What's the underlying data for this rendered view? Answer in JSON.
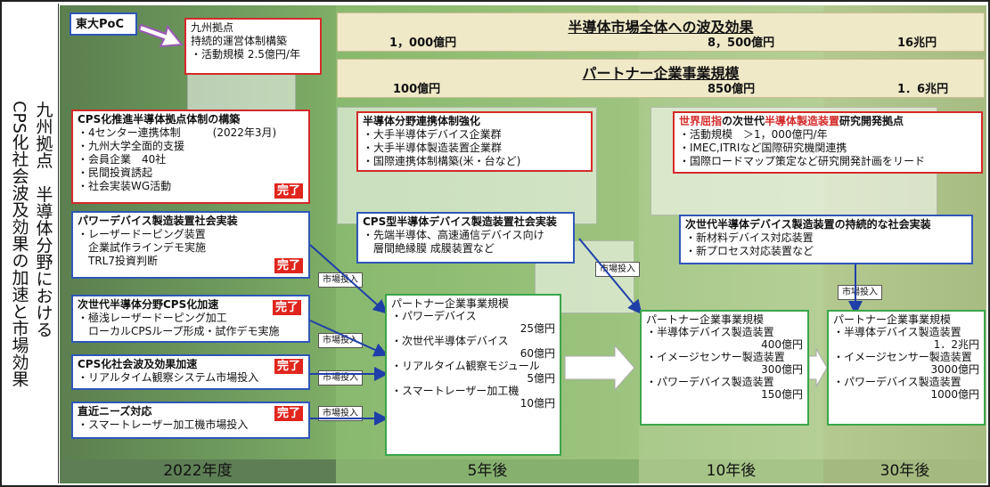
{
  "side_title": {
    "line1": "九州拠点　半導体分野における",
    "line2": "CPS化社会波及効果の加速と市場効果"
  },
  "footer": [
    "2022年度",
    "5年後",
    "10年後",
    "30年後"
  ],
  "poc": {
    "label": "東大PoC"
  },
  "kyushu": {
    "lines": [
      "九州拠点",
      "持続的運営体制構築",
      "・活動規模 2.5億円/年"
    ]
  },
  "market_banner": {
    "title": "半導体市場全体への波及効果",
    "values": [
      "1，000億円",
      "8，500億円",
      "16兆円"
    ]
  },
  "partner_banner": {
    "title": "パートナー企業事業規模",
    "values": [
      "100億円",
      "850億円",
      "1．6兆円"
    ]
  },
  "cps_hub": {
    "title": "CPS化推進半導体拠点体制の構築",
    "lines": [
      "・4センター連携体制　　　(2022年3月)",
      "・九州大学全面的支援",
      "・会員企業　40社",
      "・民間投資誘起",
      "・社会実装WG活動"
    ],
    "badge": "完了"
  },
  "power_device": {
    "title": "パワーデバイス製造装置社会実装",
    "lines": [
      "・レーザードーピング装置",
      "　企業試作ラインデモ実施",
      "　TRL7投資判断"
    ],
    "badge": "完了"
  },
  "next_gen_cps": {
    "title": "次世代半導体分野CPS化加速",
    "lines": [
      "・極浅レーザードーピング加工",
      "　ローカルCPSループ形成・試作デモ実施"
    ],
    "badge": "完了"
  },
  "cps_social": {
    "title": "CPS化社会波及効果加速",
    "lines": [
      "・リアルタイム観察システム市場投入"
    ],
    "badge": "完了"
  },
  "near_needs": {
    "title": "直近ニーズ対応",
    "lines": [
      "・スマートレーザー加工機市場投入"
    ],
    "badge": "完了"
  },
  "market_launch": "市場投入",
  "semi_collab": {
    "title": "半導体分野連携体制強化",
    "lines": [
      "・大手半導体デバイス企業群",
      "・大手半導体製造装置企業群",
      "・国際連携体制構築(米・台など)"
    ]
  },
  "world_leading": {
    "title_pre": "世界屈指",
    "title_mid": "の次世代",
    "title_red": "半導体製造装置",
    "title_post": "研究開発拠点",
    "lines": [
      "・活動規模　＞1，000億円/年",
      "・IMEC,ITRIなど国際研究機関連携",
      "・国際ロードマップ策定など研究開発計画をリード"
    ]
  },
  "cps_type": {
    "title": "CPS型半導体デバイス製造装置社会実装",
    "lines": [
      "・先端半導体、高速通信デバイス向け",
      "　層間絶縁膜 成膜装置など"
    ]
  },
  "sustainable": {
    "title": "次世代半導体デバイス製造装置の持続的な社会実装",
    "lines": [
      "・新材料デバイス対応装置",
      "・新プロセス対応装置など"
    ]
  },
  "partner_5y": {
    "title": "パートナー企業事業規模",
    "items": [
      {
        "name": "・パワーデバイス",
        "value": "25億円"
      },
      {
        "name": "・次世代半導体デバイス",
        "value": "60億円"
      },
      {
        "name": "・リアルタイム観察モジュール",
        "value": "5億円"
      },
      {
        "name": "・スマートレーザー加工機",
        "value": "10億円"
      }
    ]
  },
  "partner_10y": {
    "title": "パートナー企業事業規模",
    "items": [
      {
        "name": "・半導体デバイス製造装置",
        "value": "400億円"
      },
      {
        "name": "・イメージセンサー製造装置",
        "value": "300億円"
      },
      {
        "name": "・パワーデバイス製造装置",
        "value": "150億円"
      }
    ]
  },
  "partner_30y": {
    "title": "パートナー企業事業規模",
    "items": [
      {
        "name": "・半導体デバイス製造装置",
        "value": "1．2兆円"
      },
      {
        "name": "・イメージセンサー製造装置",
        "value": "3000億円"
      },
      {
        "name": "・パワーデバイス製造装置",
        "value": "1000億円"
      }
    ]
  }
}
